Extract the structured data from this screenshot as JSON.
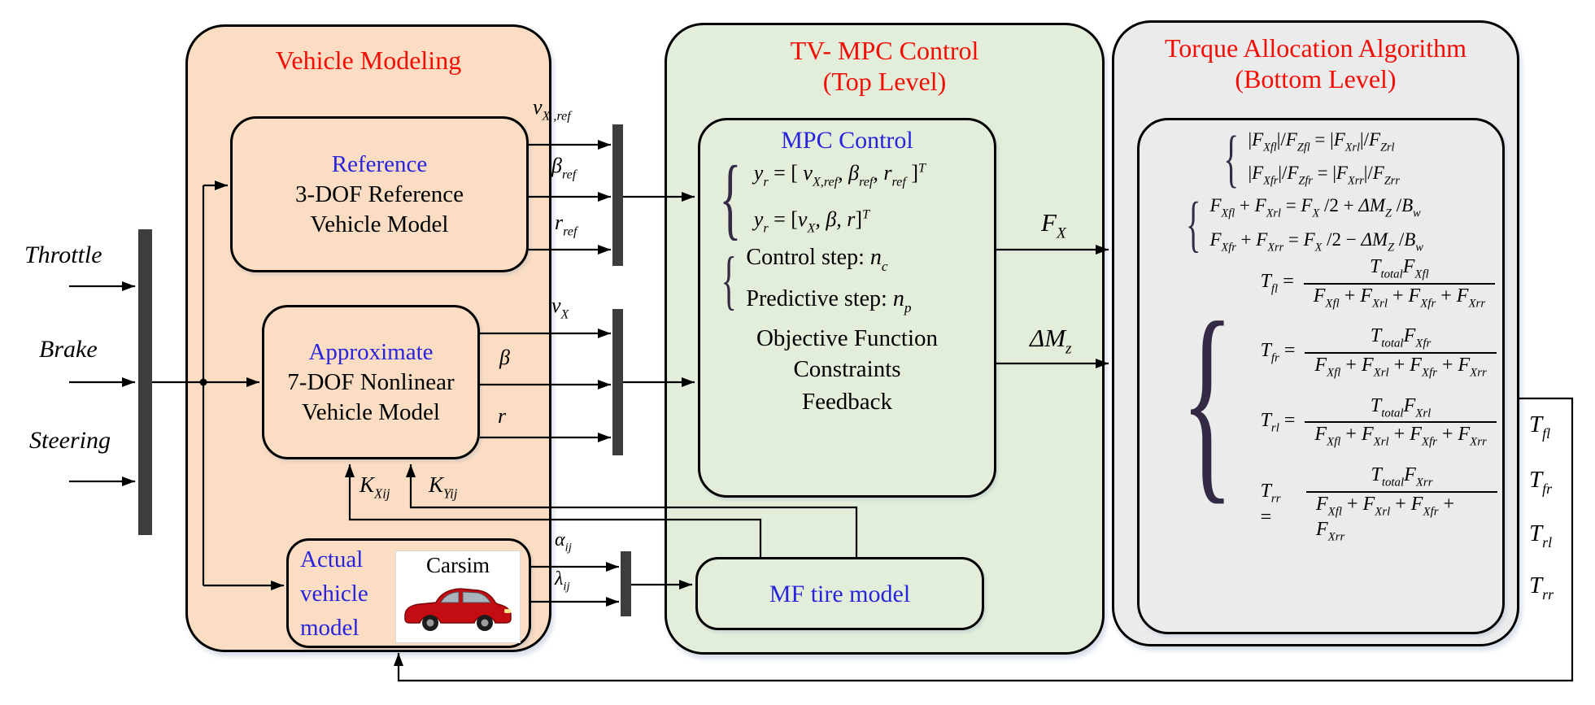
{
  "inputs": {
    "throttle": "Throttle",
    "brake": "Brake",
    "steering": "Steering"
  },
  "vehicle_modeling": {
    "title": "Vehicle Modeling",
    "reference_box": {
      "title": "Reference",
      "line1": "3-DOF Reference",
      "line2": "Vehicle Model"
    },
    "approximate_box": {
      "title": "Approximate",
      "line1": "7-DOF Nonlinear",
      "line2": "Vehicle Model"
    },
    "actual_box": {
      "line1": "Actual",
      "line2": "vehicle",
      "line3": "model",
      "carsim_label": "Carsim"
    }
  },
  "signals": {
    "vxref": [
      {
        "t": "v"
      },
      {
        "s": "X ,ref"
      }
    ],
    "betaref": [
      {
        "t": "β"
      },
      {
        "s": "ref"
      }
    ],
    "rref": [
      {
        "t": "r"
      },
      {
        "s": "ref"
      }
    ],
    "vx": [
      {
        "t": "v"
      },
      {
        "s": "X"
      }
    ],
    "beta": [
      {
        "t": "β"
      }
    ],
    "r": [
      {
        "t": "r"
      }
    ],
    "kxij": [
      {
        "t": "K"
      },
      {
        "s": "Xij"
      }
    ],
    "kyij": [
      {
        "t": "K"
      },
      {
        "s": "Yij"
      }
    ],
    "alphaij": [
      {
        "t": "α"
      },
      {
        "s": "ij"
      }
    ],
    "lambdaij": [
      {
        "t": "λ"
      },
      {
        "s": "ij"
      }
    ],
    "fx": [
      {
        "t": "F"
      },
      {
        "s": "X"
      }
    ],
    "dmz": [
      {
        "t": "ΔM"
      },
      {
        "s": "z"
      }
    ],
    "tfl": [
      {
        "t": "T"
      },
      {
        "s": "fl"
      }
    ],
    "tfr": [
      {
        "t": "T"
      },
      {
        "s": "fr"
      }
    ],
    "trl": [
      {
        "t": "T"
      },
      {
        "s": "rl"
      }
    ],
    "trr": [
      {
        "t": "T"
      },
      {
        "s": "rr"
      }
    ]
  },
  "mpc": {
    "panel_title_line1": "TV- MPC Control",
    "panel_title_line2": "(Top Level)",
    "box_title": "MPC Control",
    "eq1": [
      {
        "t": "y"
      },
      {
        "s": "r"
      },
      {
        "r": " = ["
      },
      {
        "t": " v"
      },
      {
        "s": "X,ref"
      },
      {
        "t": ", β"
      },
      {
        "s": "ref"
      },
      {
        "t": ", r"
      },
      {
        "s": "ref"
      },
      {
        "r": " ]"
      },
      {
        "p": "T"
      }
    ],
    "eq2": [
      {
        "t": "y"
      },
      {
        "s": "r"
      },
      {
        "r": " = ["
      },
      {
        "t": "v"
      },
      {
        "s": "X"
      },
      {
        "t": ", β, r"
      },
      {
        "r": "]"
      },
      {
        "p": "T"
      }
    ],
    "control_step": [
      {
        "r": "Control step: "
      },
      {
        "t": "n"
      },
      {
        "s": "c"
      }
    ],
    "predictive_step": [
      {
        "r": "Predictive step: "
      },
      {
        "t": "n"
      },
      {
        "s": "p"
      }
    ],
    "objective": "Objective Function",
    "constraints": "Constraints",
    "feedback": "Feedback",
    "mf_tire_label": "MF tire model"
  },
  "torque": {
    "panel_title_line1": "Torque Allocation Algorithm",
    "panel_title_line2": "(Bottom Level)",
    "ratio_eq1": [
      {
        "r": "|"
      },
      {
        "t": "F"
      },
      {
        "s": "Xfl"
      },
      {
        "r": "|/"
      },
      {
        "t": "F"
      },
      {
        "s": "Zfl"
      },
      {
        "r": " = |"
      },
      {
        "t": "F"
      },
      {
        "s": "Xrl"
      },
      {
        "r": "|/"
      },
      {
        "t": "F"
      },
      {
        "s": "Zrl"
      }
    ],
    "ratio_eq2": [
      {
        "r": "|"
      },
      {
        "t": "F"
      },
      {
        "s": "Xfr"
      },
      {
        "r": "|/"
      },
      {
        "t": "F"
      },
      {
        "s": "Zfr"
      },
      {
        "r": " = |"
      },
      {
        "t": "F"
      },
      {
        "s": "Xrr"
      },
      {
        "r": "|/"
      },
      {
        "t": "F"
      },
      {
        "s": "Zrr"
      }
    ],
    "force_eq1": [
      {
        "t": "F"
      },
      {
        "s": "Xfl"
      },
      {
        "r": " + "
      },
      {
        "t": "F"
      },
      {
        "s": "Xrl"
      },
      {
        "r": " = "
      },
      {
        "t": "F"
      },
      {
        "s": "X"
      },
      {
        "r": " /2 + "
      },
      {
        "t": "ΔM"
      },
      {
        "s": "Z"
      },
      {
        "r": " /"
      },
      {
        "t": "B"
      },
      {
        "s": "w"
      }
    ],
    "force_eq2": [
      {
        "t": "F"
      },
      {
        "s": "Xfr"
      },
      {
        "r": " + "
      },
      {
        "t": "F"
      },
      {
        "s": "Xrr"
      },
      {
        "r": " = "
      },
      {
        "t": "F"
      },
      {
        "s": "X"
      },
      {
        "r": " /2 − "
      },
      {
        "t": "ΔM"
      },
      {
        "s": "Z"
      },
      {
        "r": " /"
      },
      {
        "t": "B"
      },
      {
        "s": "w"
      }
    ],
    "eqs": [
      {
        "lhs": [
          {
            "t": "T"
          },
          {
            "s": "fl"
          },
          {
            "r": " ="
          }
        ],
        "num": [
          {
            "t": "T"
          },
          {
            "s": "total"
          },
          {
            "t": "F"
          },
          {
            "s": "Xfl"
          }
        ],
        "den": [
          {
            "t": "F"
          },
          {
            "s": "Xfl"
          },
          {
            "r": " + "
          },
          {
            "t": "F"
          },
          {
            "s": "Xrl"
          },
          {
            "r": " + "
          },
          {
            "t": "F"
          },
          {
            "s": "Xfr"
          },
          {
            "r": " + "
          },
          {
            "t": "F"
          },
          {
            "s": "Xrr"
          }
        ]
      },
      {
        "lhs": [
          {
            "t": "T"
          },
          {
            "s": "fr"
          },
          {
            "r": " ="
          }
        ],
        "num": [
          {
            "t": "T"
          },
          {
            "s": "total"
          },
          {
            "t": "F"
          },
          {
            "s": "Xfr"
          }
        ],
        "den": [
          {
            "t": "F"
          },
          {
            "s": "Xfl"
          },
          {
            "r": " + "
          },
          {
            "t": "F"
          },
          {
            "s": "Xrl"
          },
          {
            "r": " + "
          },
          {
            "t": "F"
          },
          {
            "s": "Xfr"
          },
          {
            "r": " + "
          },
          {
            "t": "F"
          },
          {
            "s": "Xrr"
          }
        ]
      },
      {
        "lhs": [
          {
            "t": "T"
          },
          {
            "s": "rl"
          },
          {
            "r": " ="
          }
        ],
        "num": [
          {
            "t": "T"
          },
          {
            "s": "total"
          },
          {
            "t": "F"
          },
          {
            "s": "Xrl"
          }
        ],
        "den": [
          {
            "t": "F"
          },
          {
            "s": "Xfl"
          },
          {
            "r": " + "
          },
          {
            "t": "F"
          },
          {
            "s": "Xrl"
          },
          {
            "r": " + "
          },
          {
            "t": "F"
          },
          {
            "s": "Xfr"
          },
          {
            "r": " + "
          },
          {
            "t": "F"
          },
          {
            "s": "Xrr"
          }
        ]
      },
      {
        "lhs": [
          {
            "t": "T"
          },
          {
            "s": "rr"
          },
          {
            "r": " ="
          }
        ],
        "num": [
          {
            "t": "T"
          },
          {
            "s": "total"
          },
          {
            "t": "F"
          },
          {
            "s": "Xrr"
          }
        ],
        "den": [
          {
            "t": "F"
          },
          {
            "s": "Xfl"
          },
          {
            "r": " + "
          },
          {
            "t": "F"
          },
          {
            "s": "Xrl"
          },
          {
            "r": " + "
          },
          {
            "t": "F"
          },
          {
            "s": "Xfr"
          },
          {
            "r": " + "
          },
          {
            "t": "F"
          },
          {
            "s": "Xrr"
          }
        ]
      }
    ]
  },
  "glyphs": {
    "brace": "{"
  },
  "colors": {
    "panel_peach": "#fbddc3",
    "panel_green": "#e3eeda",
    "panel_gray": "#ebebec",
    "title_red": "#f30d05",
    "label_blue": "#2824dd",
    "line_black": "#000000",
    "bar_dark": "#3d3d3d",
    "car_red": "#c40d12"
  }
}
